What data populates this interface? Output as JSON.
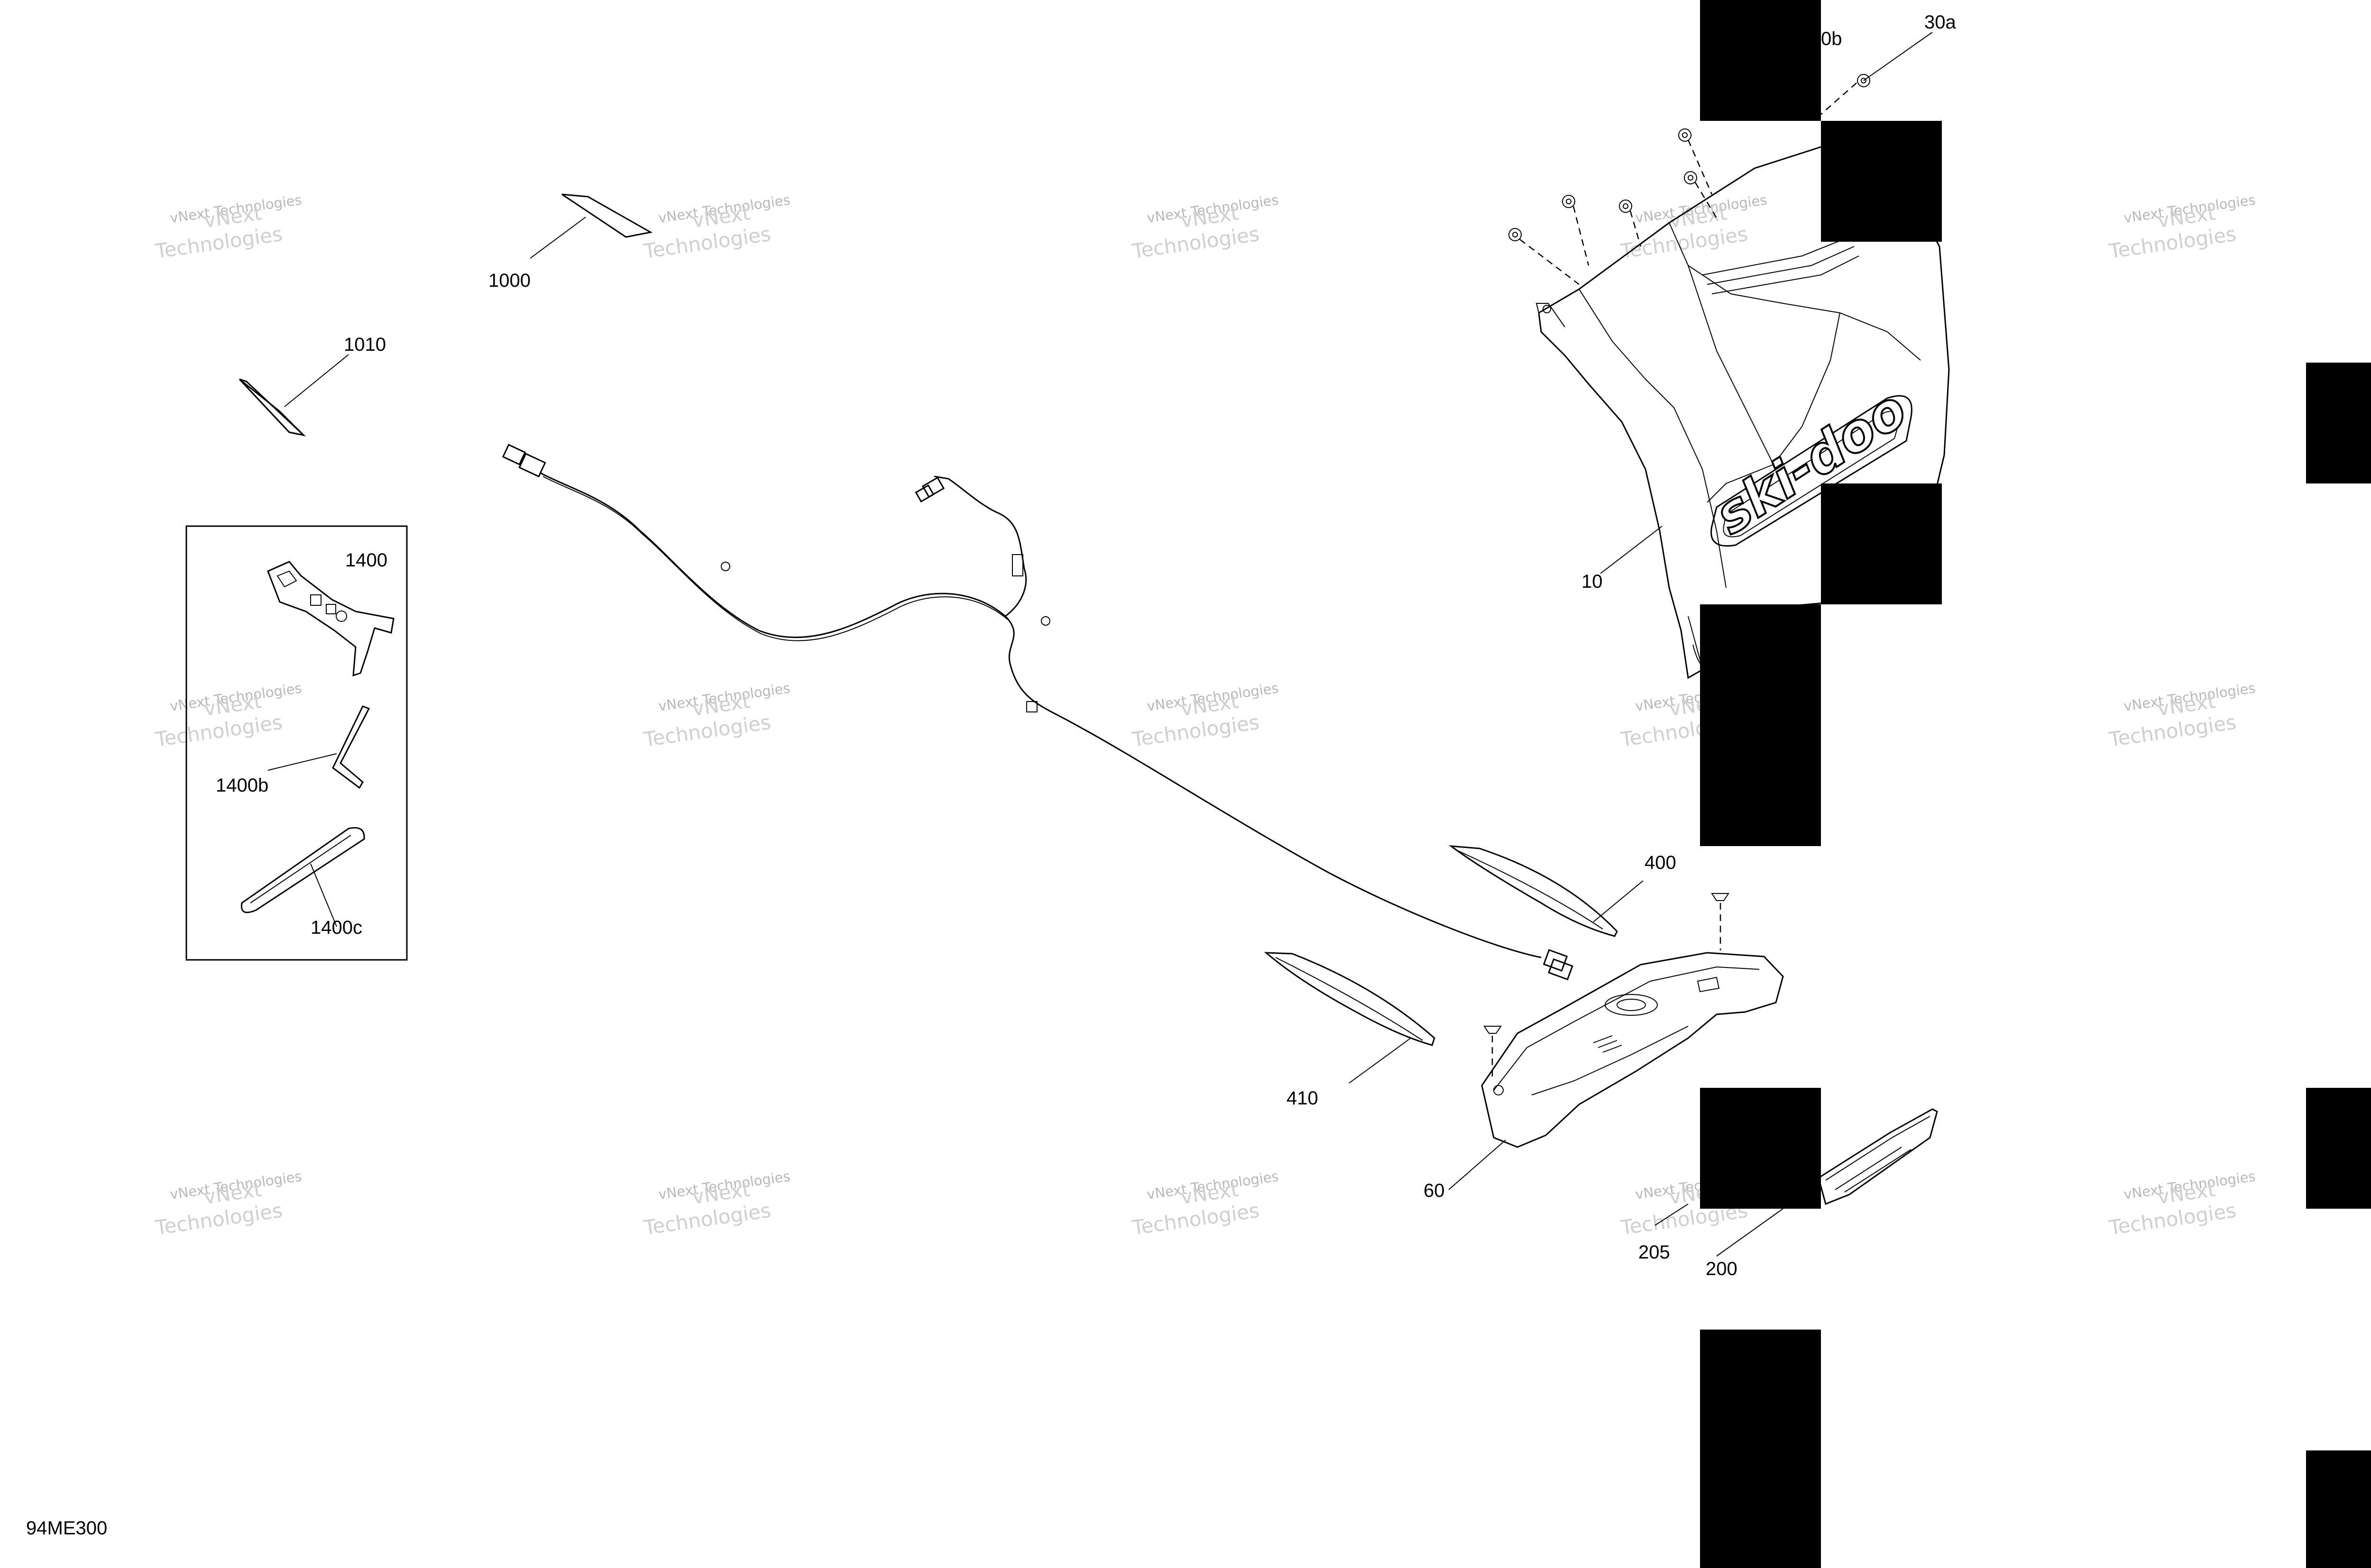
{
  "diagram": {
    "code": "94ME300",
    "brand_logo": "ski-doo",
    "watermark": {
      "line1": "vNext Technologies",
      "line2": "vNext",
      "line3": "Technologies"
    },
    "parts": [
      {
        "id": "p1000",
        "label": "1000"
      },
      {
        "id": "p1010",
        "label": "1010"
      },
      {
        "id": "p1400",
        "label": "1400"
      },
      {
        "id": "p1400b",
        "label": "1400b"
      },
      {
        "id": "p1400c",
        "label": "1400c"
      },
      {
        "id": "p10",
        "label": "10"
      },
      {
        "id": "p30a",
        "label": "30a"
      },
      {
        "id": "p30b",
        "label": "0b"
      },
      {
        "id": "p400",
        "label": "400"
      },
      {
        "id": "p410",
        "label": "410"
      },
      {
        "id": "p60",
        "label": "60"
      },
      {
        "id": "p205",
        "label": "205"
      },
      {
        "id": "p200",
        "label": "200"
      }
    ]
  }
}
